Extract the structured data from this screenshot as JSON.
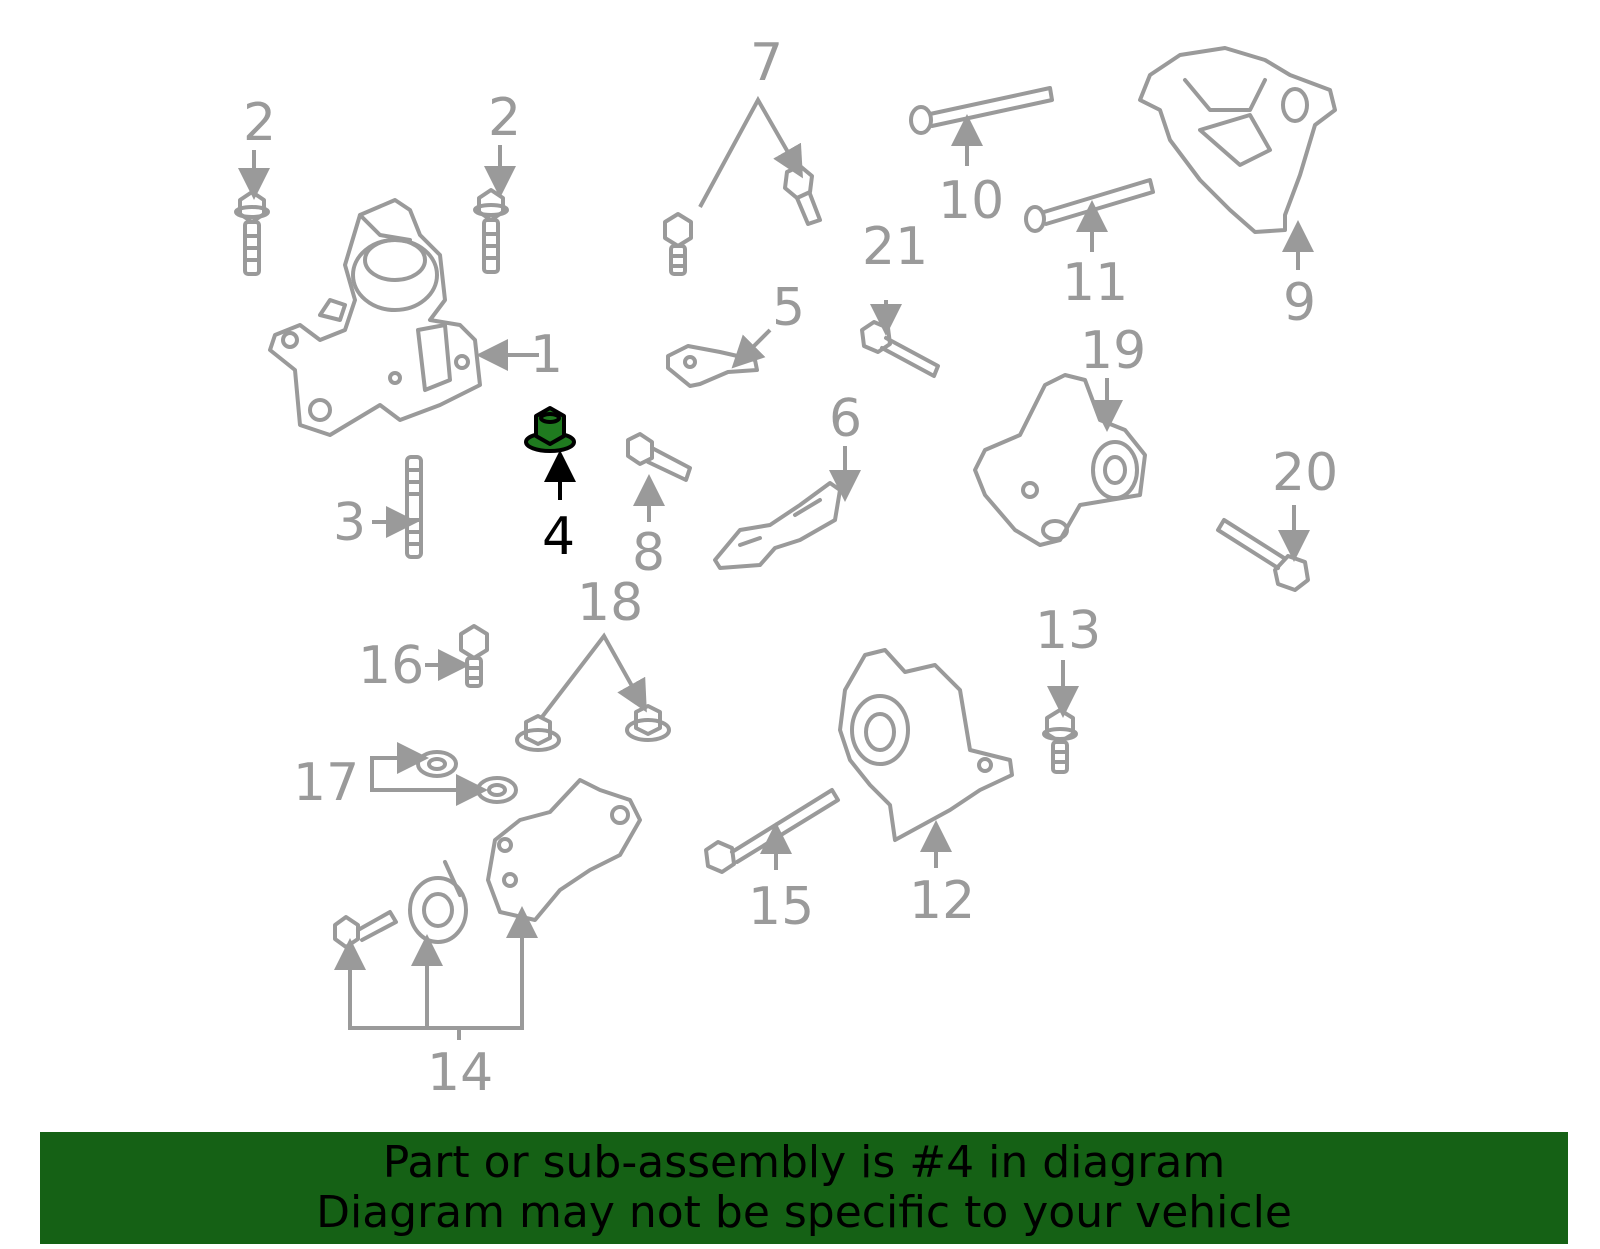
{
  "callouts": {
    "c1": "1",
    "c2a": "2",
    "c2b": "2",
    "c3": "3",
    "c4": "4",
    "c5": "5",
    "c6": "6",
    "c7": "7",
    "c8": "8",
    "c9": "9",
    "c10": "10",
    "c11": "11",
    "c12": "12",
    "c13": "13",
    "c14": "14",
    "c15": "15",
    "c16": "16",
    "c17": "17",
    "c18": "18",
    "c19": "19",
    "c20": "20",
    "c21": "21"
  },
  "highlighted_part": "4",
  "colors": {
    "part_stroke": "#9a9a9a",
    "highlight_fill": "#1f7a1f",
    "banner_bg": "#156115"
  },
  "banner": {
    "line1": "Part or sub-assembly is #4 in diagram",
    "line2": "Diagram may not be specific to your vehicle"
  }
}
